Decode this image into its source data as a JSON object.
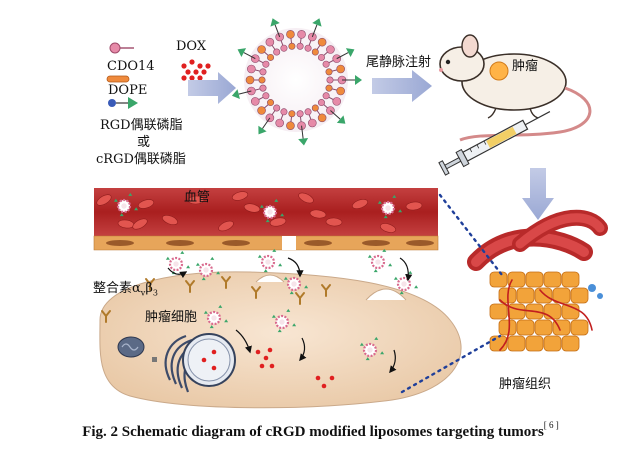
{
  "legend": {
    "cdo14": "CDO14",
    "dope": "DOPE",
    "rgd": "RGD偶联磷脂",
    "or": "或",
    "crgd": "cRGD偶联磷脂"
  },
  "labels": {
    "dox": "DOX",
    "injection": "尾静脉注射",
    "tumor_mouse": "肿瘤",
    "blood_vessel": "血管",
    "integrin_prefix": "整合素α",
    "integrin_sub_v": "v",
    "integrin_beta": "β",
    "integrin_sub_3": "3",
    "tumor_cell": "肿瘤细胞",
    "tumor_tissue": "肿瘤组织"
  },
  "caption": {
    "text": "Fig. 2    Schematic diagram of cRGD modified liposomes targeting tumors",
    "ref": "[ 6 ]"
  },
  "colors": {
    "arrow": "#aab6d9",
    "vessel": "#b82a2a",
    "vessel_wall": "#e7a55a",
    "cell": "#f1d6b9",
    "liposome_pink": "#e68aa8",
    "liposome_orange": "#ef8a3c",
    "ligand_green": "#3aa66a",
    "ligand_blue": "#3a5bb8",
    "dox_red": "#e02020",
    "dotted_line": "#1f3f9a"
  }
}
